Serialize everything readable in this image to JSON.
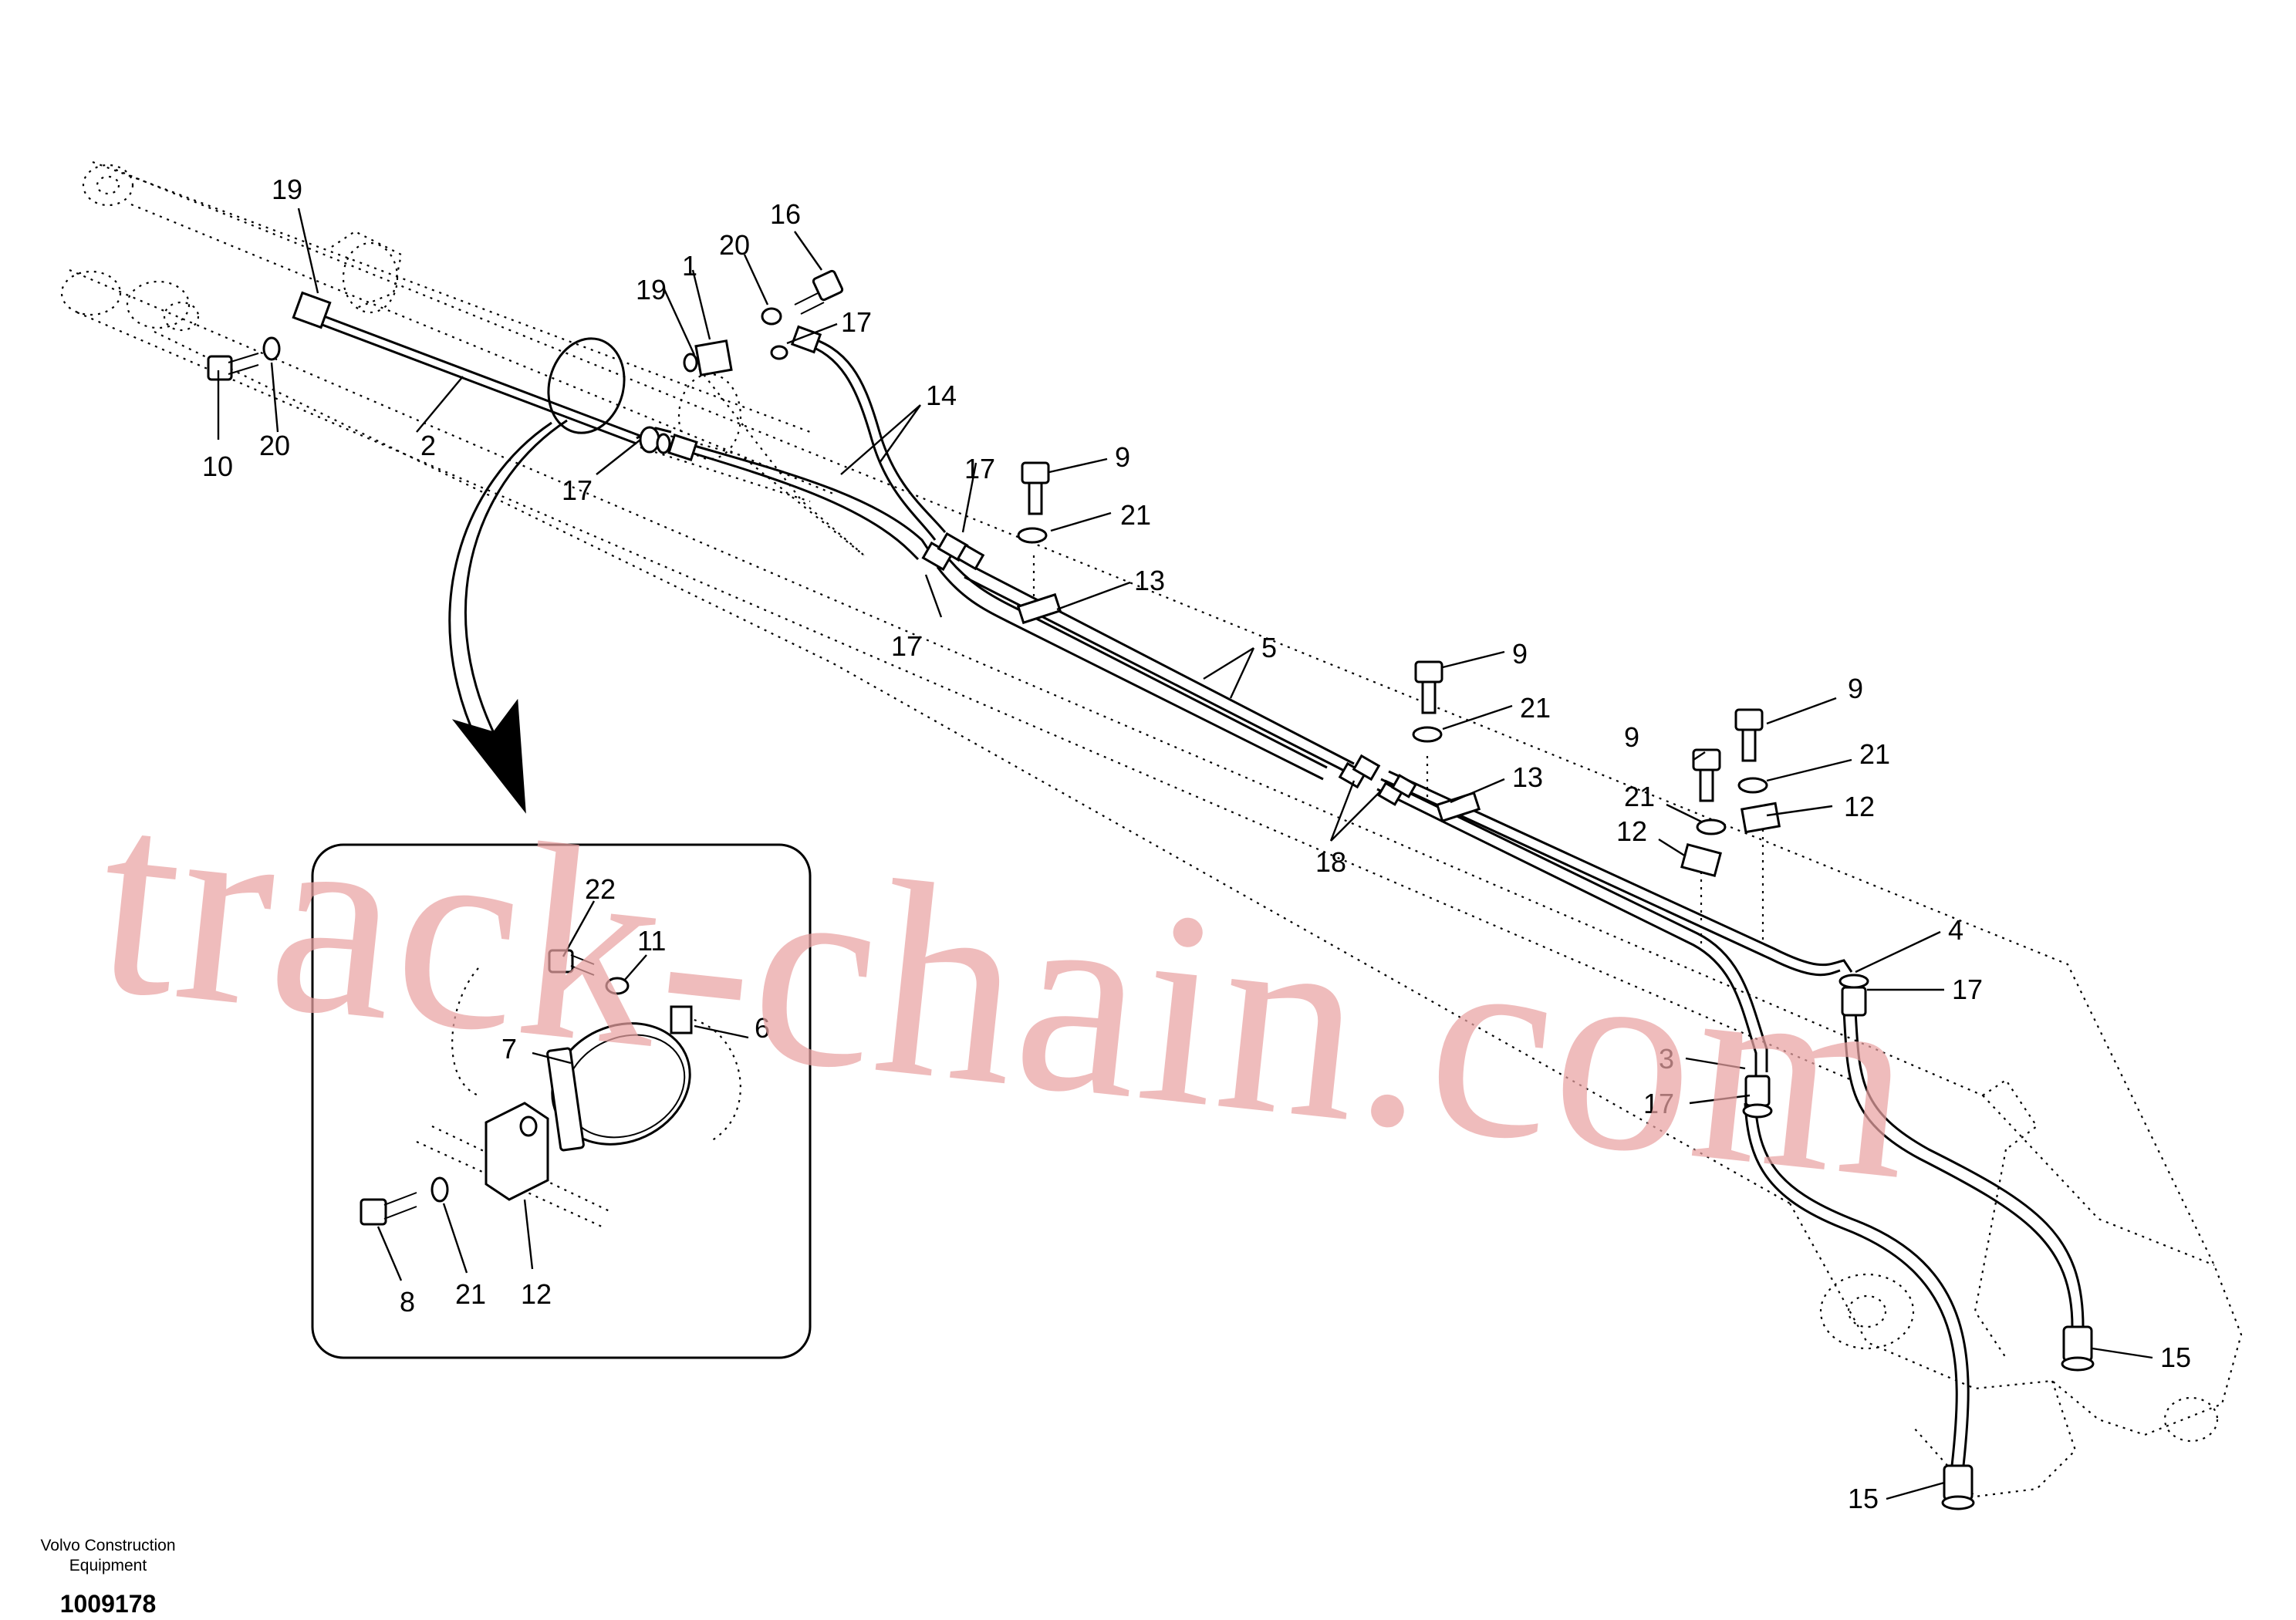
{
  "diagram": {
    "callouts": {
      "c19a": "19",
      "c10": "10",
      "c20a": "20",
      "c2": "2",
      "c17a": "17",
      "c19b": "19",
      "c1": "1",
      "c20b": "20",
      "c16": "16",
      "c17b": "17",
      "c14": "14",
      "c9a": "9",
      "c21a": "21",
      "c17c": "17",
      "c17d": "17",
      "c13a": "13",
      "c5": "5",
      "c9b": "9",
      "c21b": "21",
      "c13b": "13",
      "c18": "18",
      "c9c": "9",
      "c9d": "9",
      "c21c": "21",
      "c21d": "21",
      "c12a": "12",
      "c12b": "12",
      "c4": "4",
      "c17e": "17",
      "c3": "3",
      "c17f": "17",
      "c15a": "15",
      "c15b": "15"
    },
    "inset_callouts": {
      "c22": "22",
      "c11": "11",
      "c6": "6",
      "c7": "7",
      "c8": "8",
      "c21": "21",
      "c12": "12"
    },
    "watermark": "track-chain.com"
  },
  "footer": {
    "company_line1": "Volvo Construction",
    "company_line2": "Equipment",
    "drawing_number": "1009178"
  }
}
